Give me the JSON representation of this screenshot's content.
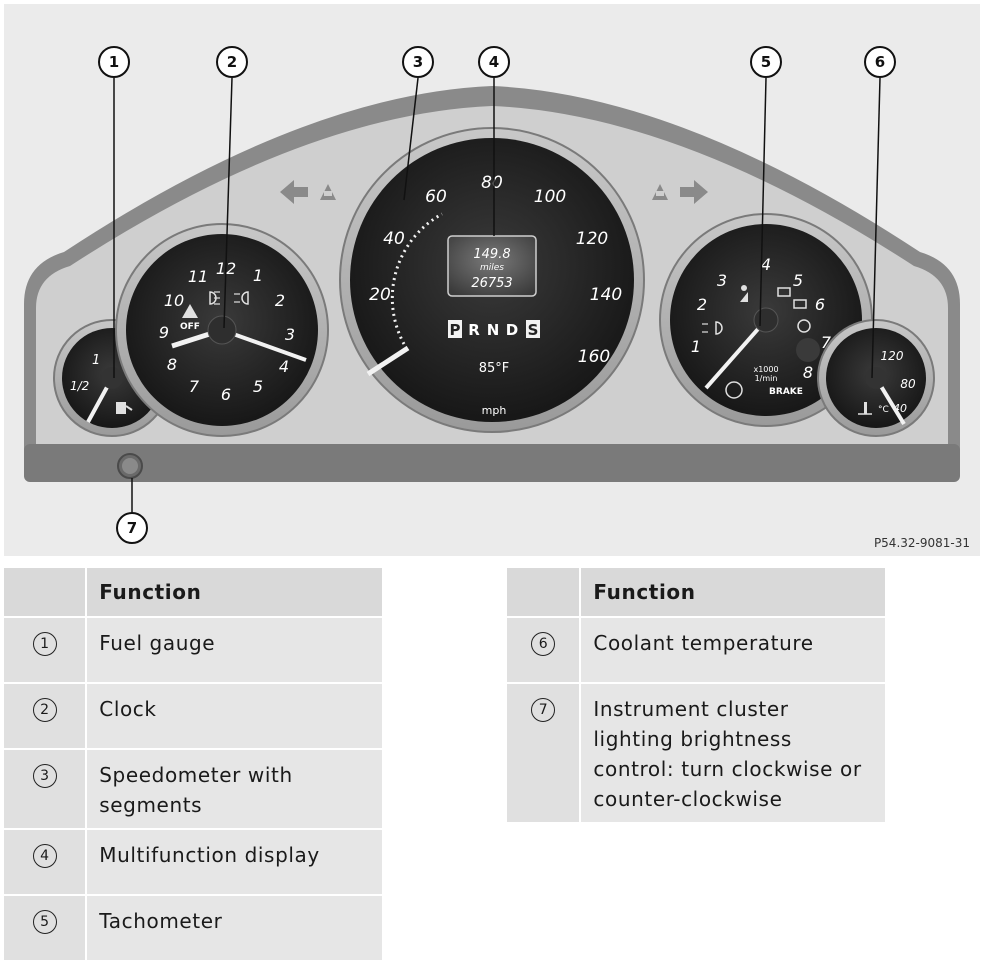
{
  "figure": {
    "reference": "P54.32-9081-31",
    "callouts": [
      "1",
      "2",
      "3",
      "4",
      "5",
      "6",
      "7"
    ],
    "fuel_gauge": {
      "labels": [
        "1",
        "1/2"
      ]
    },
    "clock": {
      "numerals": [
        "12",
        "1",
        "2",
        "3",
        "4",
        "5",
        "6",
        "7",
        "8",
        "9",
        "10",
        "11"
      ],
      "off_label": "OFF"
    },
    "speedometer": {
      "labels": [
        "20",
        "40",
        "60",
        "80",
        "100",
        "120",
        "140",
        "160"
      ],
      "unit": "mph"
    },
    "display": {
      "trip": "149.8",
      "unit": "miles",
      "odometer": "26753",
      "gears": [
        "P",
        "R",
        "N",
        "D",
        "S"
      ],
      "temperature": "85°F"
    },
    "tachometer": {
      "labels": [
        "1",
        "2",
        "3",
        "4",
        "5",
        "6",
        "7",
        "8"
      ],
      "unit_top": "x1000",
      "unit_bottom": "1/min",
      "brake_label": "BRAKE"
    },
    "coolant": {
      "labels": [
        "120",
        "80",
        "40"
      ],
      "unit": "°C"
    },
    "colors": {
      "background": "#ebebeb",
      "bezel": "#b0b0b0",
      "dial": "#1b1b1b",
      "needle": "#f2f2f2"
    }
  },
  "table_left": {
    "header": "Function",
    "rows": [
      {
        "num": "1",
        "text": "Fuel gauge"
      },
      {
        "num": "2",
        "text": "Clock"
      },
      {
        "num": "3",
        "text": "Speedometer with segments"
      },
      {
        "num": "4",
        "text": "Multifunction display"
      },
      {
        "num": "5",
        "text": "Tachometer"
      }
    ]
  },
  "table_right": {
    "header": "Function",
    "rows": [
      {
        "num": "6",
        "text": "Coolant temperature"
      },
      {
        "num": "7",
        "text": "Instrument cluster lighting brightness control: turn clockwise or counter-clockwise"
      }
    ]
  }
}
